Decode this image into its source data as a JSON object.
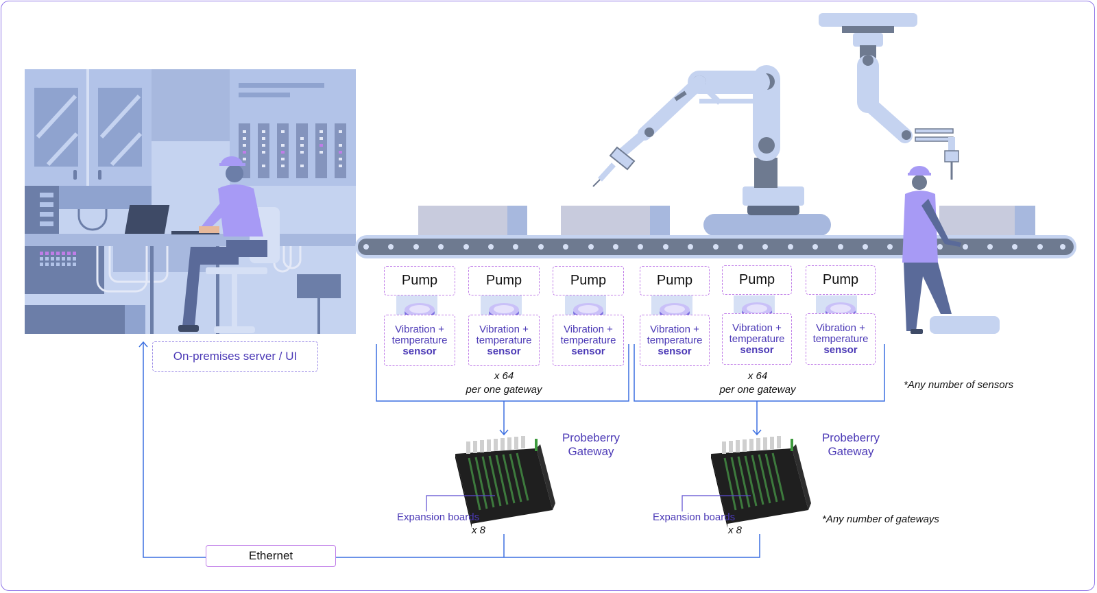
{
  "pumps": [
    {
      "pump": "Pump",
      "sensor_line1": "Vibration +",
      "sensor_line2": "temperature",
      "sensor_line3": "sensor"
    },
    {
      "pump": "Pump",
      "sensor_line1": "Vibration +",
      "sensor_line2": "temperature",
      "sensor_line3": "sensor"
    },
    {
      "pump": "Pump",
      "sensor_line1": "Vibration +",
      "sensor_line2": "temperature",
      "sensor_line3": "sensor"
    },
    {
      "pump": "Pump",
      "sensor_line1": "Vibration +",
      "sensor_line2": "temperature",
      "sensor_line3": "sensor"
    },
    {
      "pump": "Pump",
      "sensor_line1": "Vibration +",
      "sensor_line2": "temperature",
      "sensor_line3": "sensor"
    },
    {
      "pump": "Pump",
      "sensor_line1": "Vibration +",
      "sensor_line2": "temperature",
      "sensor_line3": "sensor"
    }
  ],
  "groups": [
    {
      "count": "x 64",
      "per": "per one gateway"
    },
    {
      "count": "x 64",
      "per": "per one gateway"
    }
  ],
  "gateways": [
    {
      "title_line1": "Probeberry",
      "title_line2": "Gateway",
      "expansion": "Expansion boards",
      "multiplier": "x 8"
    },
    {
      "title_line1": "Probeberry",
      "title_line2": "Gateway",
      "expansion": "Expansion boards",
      "multiplier": "x 8"
    }
  ],
  "server_label": "On-premises server / UI",
  "ethernet_label": "Ethernet",
  "note_sensors": "*Any number of sensors",
  "note_gateways": "*Any number of gateways",
  "colors": {
    "accent_purple": "#4b39b6",
    "line_blue": "#3a6ee0",
    "factory_light": "#c5d3f0",
    "factory_mid": "#a7b8de",
    "conveyor": "#6e7a90",
    "worker_purple": "#a79af5"
  }
}
